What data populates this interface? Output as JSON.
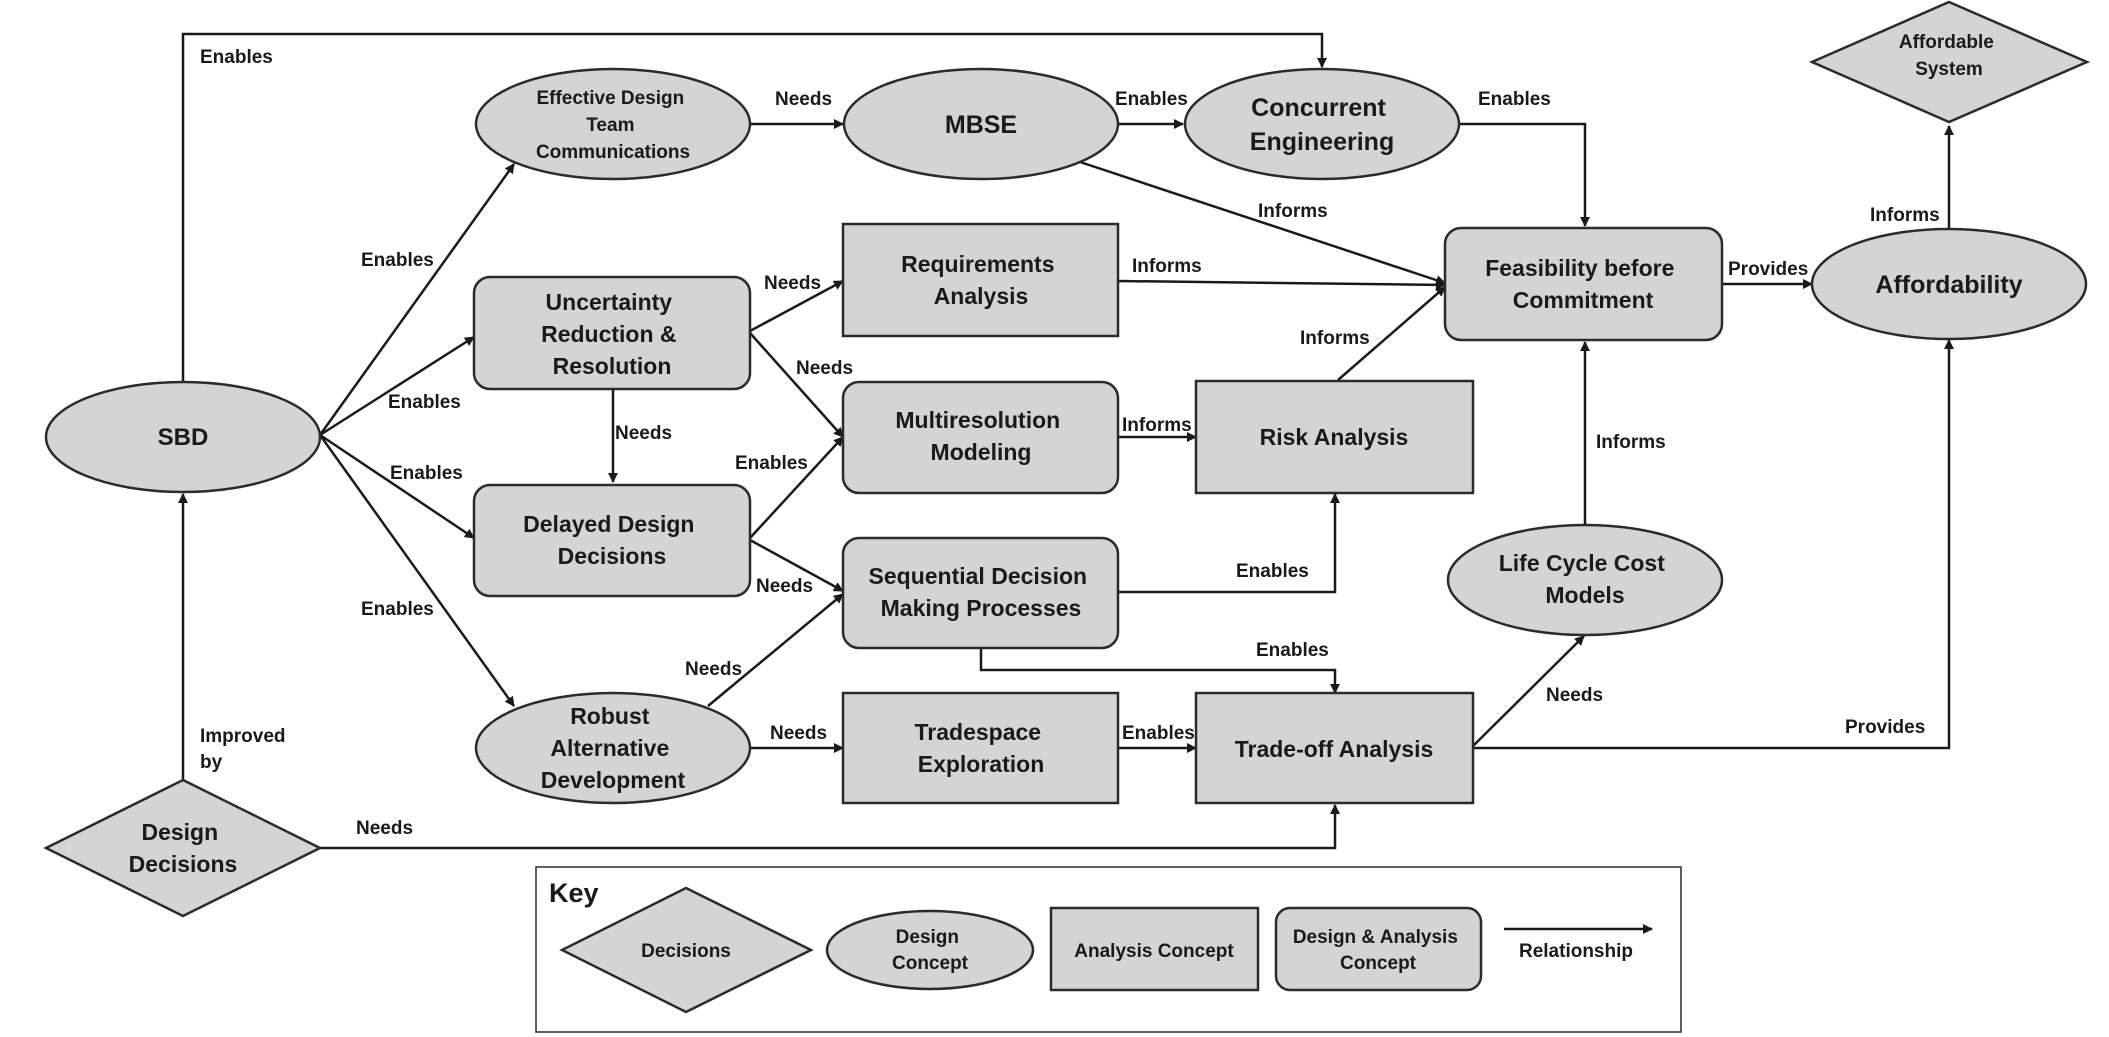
{
  "nodes": {
    "sbd": "SBD",
    "edtc": [
      "Effective Design",
      "Team",
      "Communications"
    ],
    "mbse": "MBSE",
    "ce": [
      "Concurrent",
      "Engineering"
    ],
    "afs": [
      "Affordable",
      "System"
    ],
    "urr": [
      "Uncertainty",
      "Reduction &",
      "Resolution"
    ],
    "ra": [
      "Requirements",
      "Analysis"
    ],
    "fbc": [
      "Feasibility before",
      "Commitment"
    ],
    "aff": "Affordability",
    "mrm": [
      "Multiresolution",
      "Modeling"
    ],
    "risk": "Risk Analysis",
    "ddd": [
      "Delayed Design",
      "Decisions"
    ],
    "sdmp": [
      "Sequential Decision",
      "Making Processes"
    ],
    "lccm": [
      "Life Cycle Cost",
      "Models"
    ],
    "rad": [
      "Robust",
      "Alternative",
      "Development"
    ],
    "te": [
      "Tradespace",
      "Exploration"
    ],
    "toa": "Trade-off Analysis",
    "dd": [
      "Design",
      "Decisions"
    ]
  },
  "edge_labels": {
    "sbd_ce": "Enables",
    "edtc_mbse": "Needs",
    "mbse_ce": "Enables",
    "ce_fbc": "Enables",
    "mbse_fbc": "Informs",
    "sbd_edtc": "Enables",
    "urr_ra": "Needs",
    "ra_fbc": "Informs",
    "urr_mrm": "Needs",
    "risk_fbc": "Informs",
    "fbc_aff": "Provides",
    "aff_afs": "Informs",
    "sbd_urr": "Enables",
    "urr_ddd": "Needs",
    "mrm_risk": "Informs",
    "lccm_fbc": "Informs",
    "sbd_ddd": "Enables",
    "ddd_mrm": "Enables",
    "ddd_sdmp": "Needs",
    "sdmp_risk": "Enables",
    "sbd_rad": "Enables",
    "sdmp_toa": "Enables",
    "rad_sdmp": "Needs",
    "toa_lccm": "Needs",
    "dd_sbd": [
      "Improved",
      "by"
    ],
    "rad_te": "Needs",
    "te_toa": "Enables",
    "toa_aff": "Provides",
    "dd_toa": "Needs"
  },
  "key": {
    "title": "Key",
    "decisions": "Decisions",
    "design_concept": [
      "Design",
      "Concept"
    ],
    "analysis_concept": "Analysis Concept",
    "design_analysis_concept": [
      "Design & Analysis",
      "Concept"
    ],
    "relationship": "Relationship"
  },
  "colors": {
    "node_fill": "#d4d4d4",
    "stroke": "#2b2b2b",
    "text": "#1a1a1a"
  }
}
